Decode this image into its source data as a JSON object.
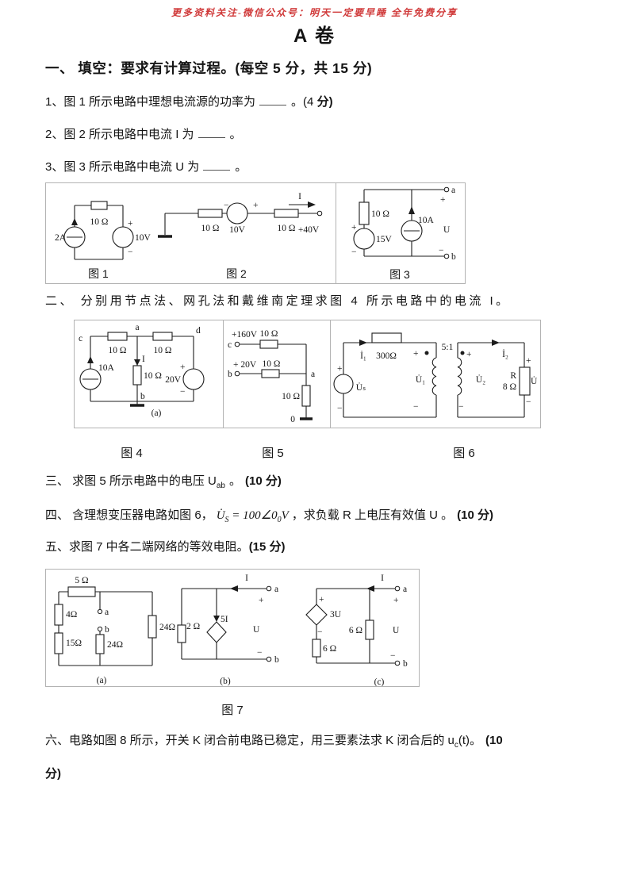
{
  "page": {
    "notice": "更多资料关注-微信公众号：明天一定要早睡 全年免费分享",
    "title": "A 卷"
  },
  "colors": {
    "notice_red": "#d03a3a"
  },
  "sections": {
    "one": {
      "heading": "一、 填空：要求有计算过程。(每空 5 分，共 15 分)",
      "q1": {
        "pre": "1、图 1 所示电路中理想电流源的功率为",
        "post": "。",
        "score_open": "(4 ",
        "score_bold": "分)"
      },
      "q2": {
        "pre": "2、图 2 所示电路中电流 I 为",
        "post": "。"
      },
      "q3": {
        "pre": "3、图 3 所示电路中电流 U 为",
        "post": "。"
      }
    },
    "two": {
      "text": "二、 分别用节点法、网孔法和戴维南定理求图 4 所示电路中的电流 I。"
    },
    "three": {
      "pre": "三、 求图 5 所示电路中的电压 U",
      "sub": "ab",
      "post": "。",
      "score": "(10 分)"
    },
    "four": {
      "pre": "四、 含理想变压器电路如图 6，",
      "f_u": "U̇",
      "f_sub": "S",
      "f_eq": "= 100∠0",
      "f_deg": "0",
      "f_unit": "V",
      "post": "，求负载 R 上电压有效值 U 。",
      "score": "(10 分)"
    },
    "five": {
      "text": "五、求图 7 中各二端网络的等效电阻。",
      "score": "(15 分)"
    },
    "six": {
      "line1": "六、电路如图 8 所示，开关 K 闭合前电路已稳定，用三要素法求 K 闭合后的 u",
      "sub": "c",
      "after": "(t)。",
      "score1": "(10",
      "score2": "分)"
    }
  },
  "figures": {
    "fig1": {
      "caption": "图 1",
      "r": "10 Ω",
      "src_i": "2A",
      "src_v": "10V",
      "plus": "+",
      "minus": "−"
    },
    "fig2": {
      "caption": "图 2",
      "r1": "10 Ω",
      "r2": "10 Ω",
      "src_v": "10V",
      "current": "I",
      "terminal": "+40V",
      "plus": "+",
      "minus": "−"
    },
    "fig3": {
      "caption": "图 3",
      "r": "10 Ω",
      "src_v": "15V",
      "src_i": "10A",
      "a": "a",
      "b": "b",
      "u": "U",
      "plus": "+",
      "minus": "−"
    },
    "fig4": {
      "caption": "图 4",
      "tag": "(a)",
      "c": "c",
      "a": "a",
      "d": "d",
      "b": "b",
      "r1": "10 Ω",
      "r2": "10 Ω",
      "r3": "10 Ω",
      "src_i": "10A",
      "current": "I",
      "src_v": "20V",
      "plus": "+",
      "minus": "−"
    },
    "fig5": {
      "caption": "图 5",
      "c": "c",
      "b": "b",
      "a": "a",
      "v1": "+160V",
      "v2": "+ 20V",
      "r1": "10 Ω",
      "r2": "10 Ω",
      "r3": "10 Ω",
      "gnd": "0"
    },
    "fig6": {
      "caption": "图 6",
      "i1": "İ₁",
      "i2": "İ₂",
      "r1": "300Ω",
      "ratio": "5:1",
      "us": "U̇ₛ",
      "u1": "U̇₁",
      "u2": "U̇₂",
      "u": "U̇",
      "r_name": "R",
      "r_val": "8 Ω",
      "plus": "+",
      "minus": "−"
    },
    "fig7": {
      "caption": "图 7",
      "a": {
        "tag": "(a)",
        "r_top": "5 Ω",
        "r1": "4Ω",
        "r2": "15Ω",
        "r3": "24Ω",
        "r4": "24Ω",
        "ta": "a",
        "tb": "b"
      },
      "b": {
        "tag": "(b)",
        "r": "2 Ω",
        "dep": "5I",
        "current": "I",
        "u": "U",
        "ta": "a",
        "tb": "b",
        "plus": "+",
        "minus": "−"
      },
      "c": {
        "tag": "(c)",
        "dep": "3U",
        "r1": "6 Ω",
        "r2": "6 Ω",
        "current": "I",
        "u": "U",
        "ta": "a",
        "tb": "b",
        "plus": "+",
        "minus": "−"
      }
    }
  }
}
